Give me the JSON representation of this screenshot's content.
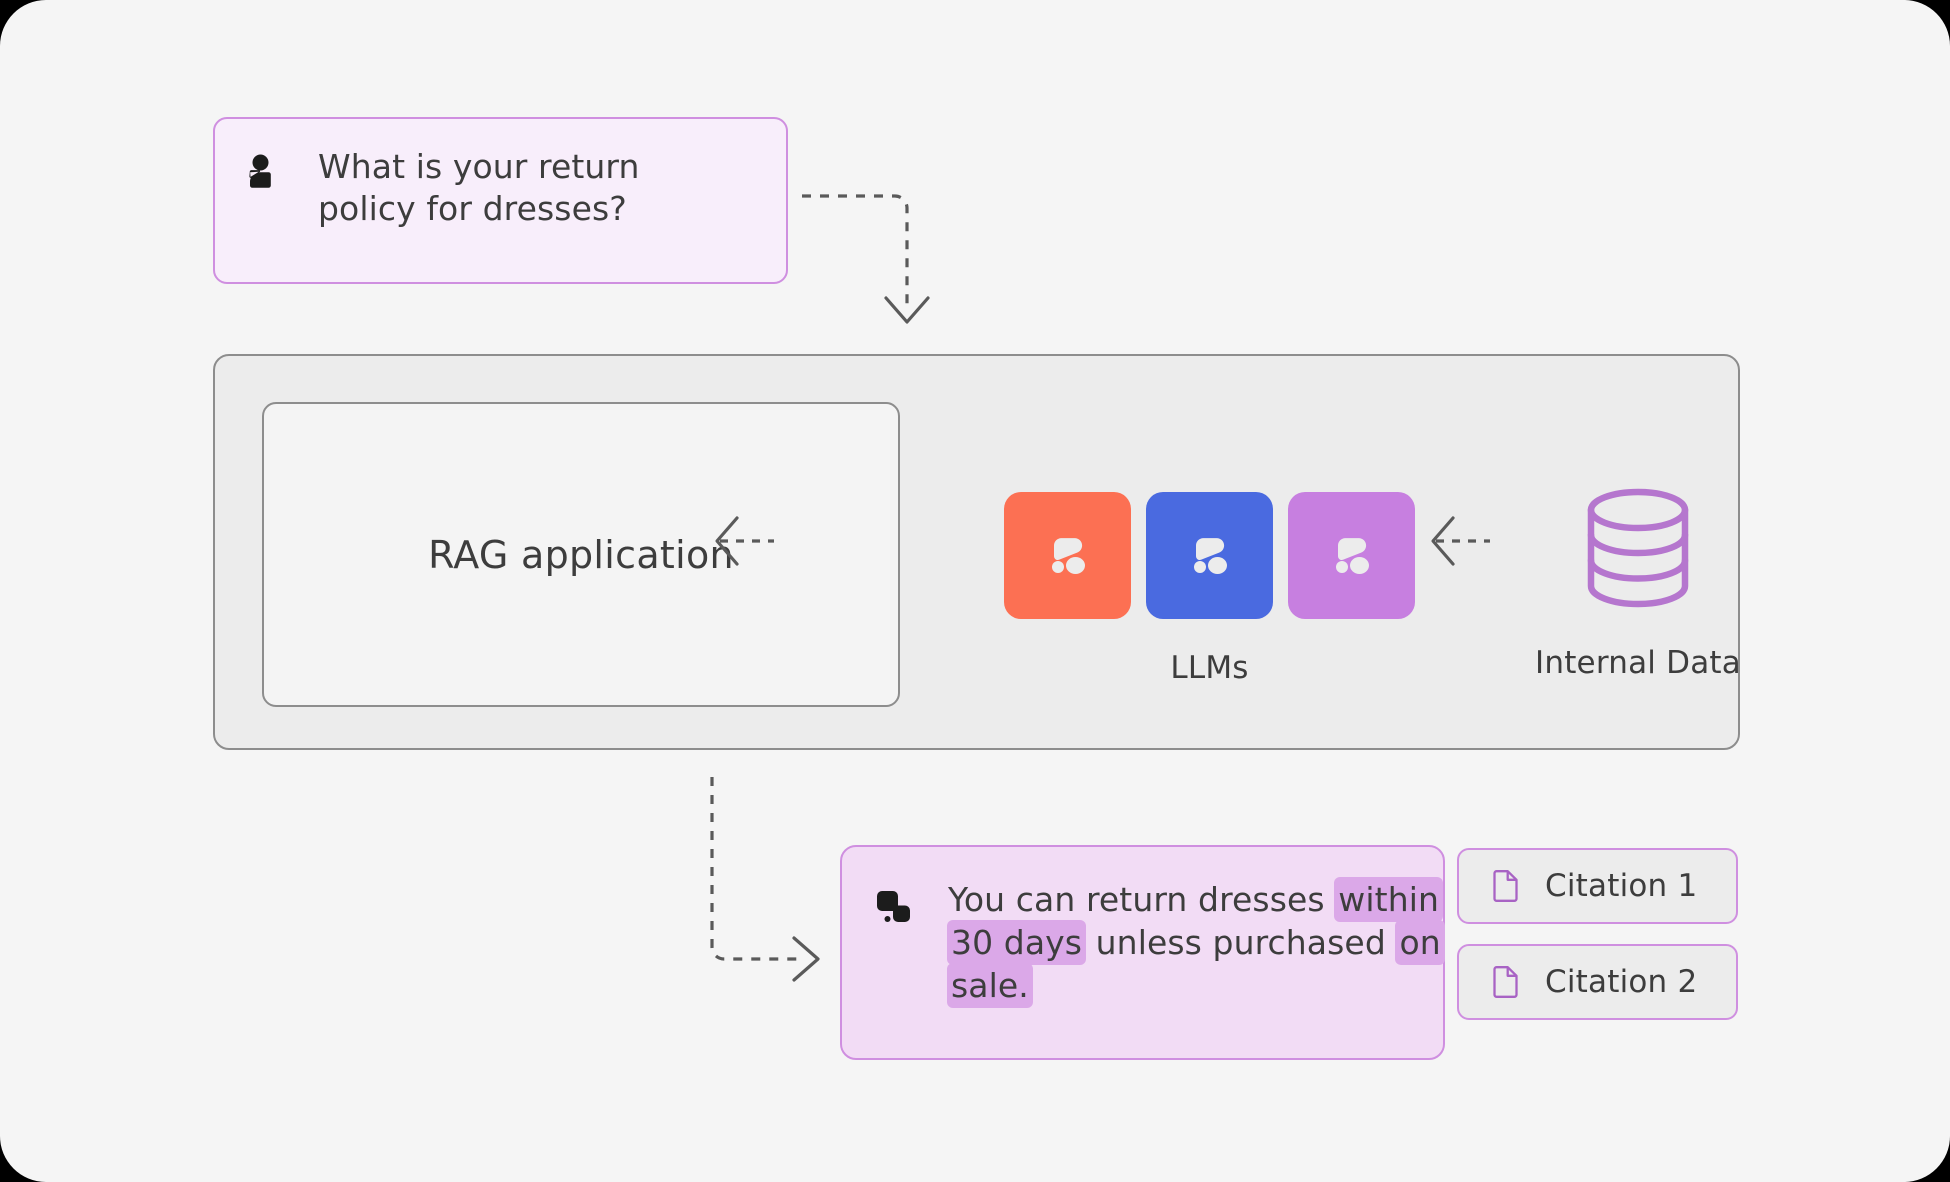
{
  "diagram": {
    "title": "RAG application flow",
    "background_color": "#f5f5f5"
  },
  "question": {
    "icon": "user-icon",
    "text": "What is your return\npolicy for dresses?",
    "fill_color": "#f8eefb",
    "border_color": "#cf8fe0"
  },
  "rag_panel": {
    "app_box_label": "RAG application",
    "panel_fill": "#ececec",
    "panel_border": "#8d8d8d",
    "app_box_fill": "#f4f4f4"
  },
  "llms": {
    "label": "LLMs",
    "tiles": [
      {
        "name": "llm-tile-orange",
        "color": "#fc7053",
        "icon": "llm-mark-icon"
      },
      {
        "name": "llm-tile-blue",
        "color": "#4a6ae0",
        "icon": "llm-mark-icon"
      },
      {
        "name": "llm-tile-purple",
        "color": "#c77fe0",
        "icon": "llm-mark-icon"
      }
    ]
  },
  "internal_data": {
    "label": "Internal Data",
    "icon": "database-cylinder-icon",
    "icon_color": "#b576ce"
  },
  "answer": {
    "icon": "chat-bot-icon",
    "segments": [
      {
        "text": "You can return dresses ",
        "highlight": false
      },
      {
        "text": "within 30 days",
        "highlight": true
      },
      {
        "text": " unless purchased ",
        "highlight": false
      },
      {
        "text": "on sale.",
        "highlight": true
      }
    ],
    "plain_text": "You can return dresses within 30 days unless purchased on sale.",
    "fill_color": "#f2dcf5",
    "border_color": "#cf8fe0",
    "highlight_color": "#dba8e8"
  },
  "citations": [
    {
      "label": "Citation 1",
      "icon": "document-icon"
    },
    {
      "label": "Citation 2",
      "icon": "document-icon"
    }
  ],
  "connectors": {
    "question_to_panel": "dashed-elbow-down-arrow",
    "panel_to_answer": "dashed-elbow-right-arrow",
    "llms_to_app": "dashed-left-arrow",
    "data_to_llms": "dashed-left-arrow"
  }
}
